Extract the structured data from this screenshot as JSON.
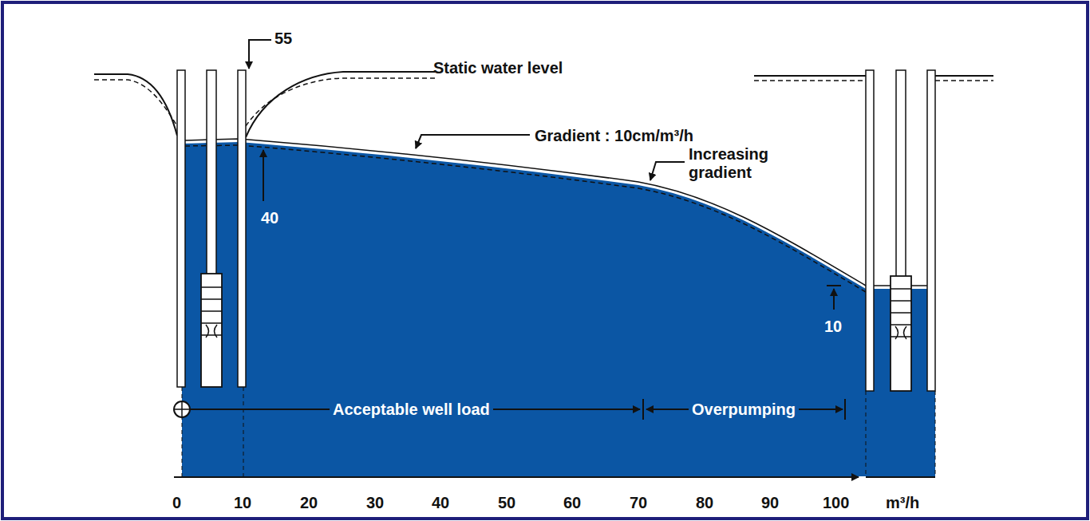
{
  "diagram": {
    "labels": [
      "55",
      "Static water level",
      "Gradient : 10cm/m³/h",
      "Increasing gradient",
      "40",
      "10",
      "Acceptable well load",
      "Overpumping",
      "0",
      "10",
      "20",
      "30",
      "40",
      "50",
      "60",
      "70",
      "80",
      "90",
      "100",
      "m³/h"
    ]
  }
}
